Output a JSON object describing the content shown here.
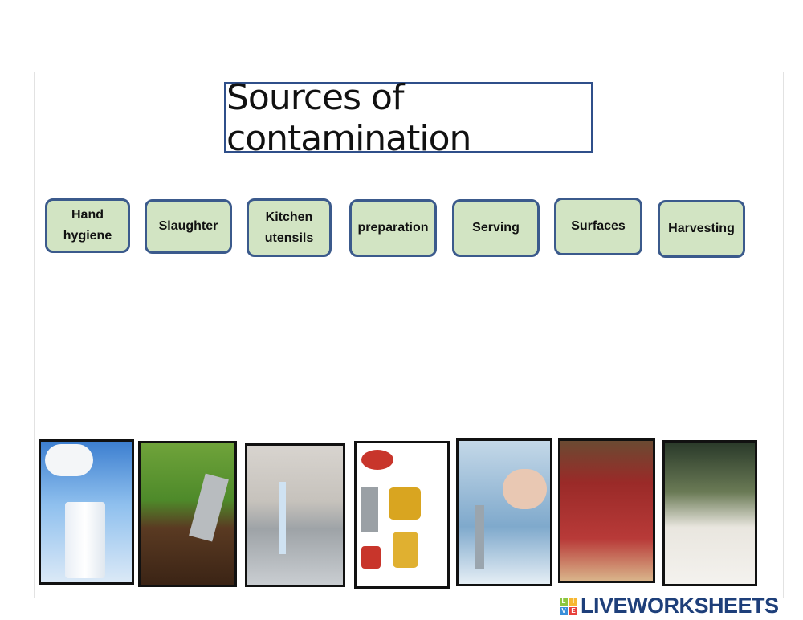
{
  "title": "Sources of contamination",
  "cards": [
    {
      "label": "Hand hygiene"
    },
    {
      "label": "Slaughter"
    },
    {
      "label": "Kitchen utensils"
    },
    {
      "label": "preparation"
    },
    {
      "label": "Serving"
    },
    {
      "label": "Surfaces"
    },
    {
      "label": "Harvesting"
    }
  ],
  "images": [
    "milk-pouring-into-glass",
    "shovel-in-soil",
    "kitchen-sink-tap",
    "kitchen-utensils-illustration",
    "washing-hands-under-tap",
    "raw-meat-on-board",
    "chickens-in-poultry-farm"
  ],
  "logo": {
    "badge": [
      "L",
      "I",
      "V",
      "E"
    ],
    "text": "LIVEWORKSHEETS"
  },
  "colors": {
    "card_fill": "#d2e4c3",
    "card_border": "#3b5a8c",
    "title_border": "#2f4f8a",
    "logo": "#1e3f7a"
  }
}
